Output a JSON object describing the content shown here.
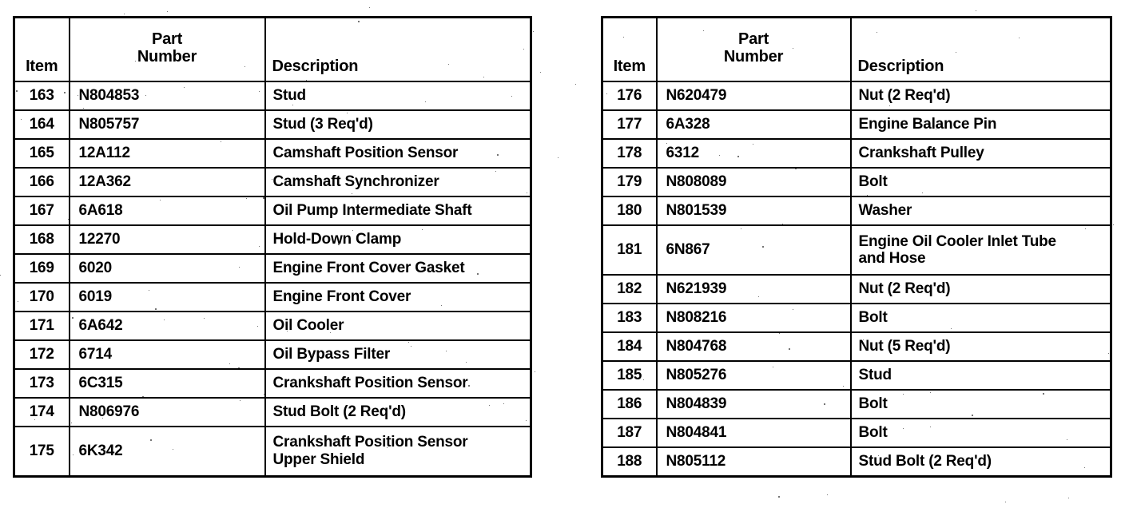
{
  "document": {
    "kind": "parts-list",
    "columns": [
      "Item",
      "Part Number",
      "Description"
    ],
    "header": {
      "item": "Item",
      "part_line1": "Part",
      "part_line2": "Number",
      "description": "Description"
    }
  },
  "tables": [
    {
      "id": "left",
      "rows": [
        {
          "item": "163",
          "part": "N804853",
          "desc": "Stud",
          "desc2": ""
        },
        {
          "item": "164",
          "part": "N805757",
          "desc": "Stud (3 Req'd)",
          "desc2": ""
        },
        {
          "item": "165",
          "part": "12A112",
          "desc": "Camshaft Position Sensor",
          "desc2": ""
        },
        {
          "item": "166",
          "part": "12A362",
          "desc": "Camshaft Synchronizer",
          "desc2": ""
        },
        {
          "item": "167",
          "part": "6A618",
          "desc": "Oil Pump Intermediate Shaft",
          "desc2": ""
        },
        {
          "item": "168",
          "part": "12270",
          "desc": "Hold-Down Clamp",
          "desc2": ""
        },
        {
          "item": "169",
          "part": "6020",
          "desc": "Engine Front Cover Gasket",
          "desc2": ""
        },
        {
          "item": "170",
          "part": "6019",
          "desc": "Engine Front Cover",
          "desc2": ""
        },
        {
          "item": "171",
          "part": "6A642",
          "desc": "Oil Cooler",
          "desc2": ""
        },
        {
          "item": "172",
          "part": "6714",
          "desc": "Oil Bypass Filter",
          "desc2": ""
        },
        {
          "item": "173",
          "part": "6C315",
          "desc": "Crankshaft Position Sensor",
          "desc2": ""
        },
        {
          "item": "174",
          "part": "N806976",
          "desc": "Stud Bolt (2 Req'd)",
          "desc2": ""
        },
        {
          "item": "175",
          "part": "6K342",
          "desc": "Crankshaft Position Sensor",
          "desc2": "Upper Shield"
        }
      ]
    },
    {
      "id": "right",
      "rows": [
        {
          "item": "176",
          "part": "N620479",
          "desc": "Nut (2 Req'd)",
          "desc2": ""
        },
        {
          "item": "177",
          "part": "6A328",
          "desc": "Engine Balance Pin",
          "desc2": ""
        },
        {
          "item": "178",
          "part": "6312",
          "desc": "Crankshaft Pulley",
          "desc2": ""
        },
        {
          "item": "179",
          "part": "N808089",
          "desc": "Bolt",
          "desc2": ""
        },
        {
          "item": "180",
          "part": "N801539",
          "desc": "Washer",
          "desc2": ""
        },
        {
          "item": "181",
          "part": "6N867",
          "desc": "Engine Oil Cooler Inlet Tube",
          "desc2": "and Hose"
        },
        {
          "item": "182",
          "part": "N621939",
          "desc": "Nut (2 Req'd)",
          "desc2": ""
        },
        {
          "item": "183",
          "part": "N808216",
          "desc": "Bolt",
          "desc2": ""
        },
        {
          "item": "184",
          "part": "N804768",
          "desc": "Nut (5 Req'd)",
          "desc2": ""
        },
        {
          "item": "185",
          "part": "N805276",
          "desc": "Stud",
          "desc2": ""
        },
        {
          "item": "186",
          "part": "N804839",
          "desc": "Bolt",
          "desc2": ""
        },
        {
          "item": "187",
          "part": "N804841",
          "desc": "Bolt",
          "desc2": ""
        },
        {
          "item": "188",
          "part": "N805112",
          "desc": "Stud Bolt (2 Req'd)",
          "desc2": ""
        }
      ]
    }
  ],
  "colors": {
    "ink": "#000000",
    "paper": "#ffffff"
  }
}
